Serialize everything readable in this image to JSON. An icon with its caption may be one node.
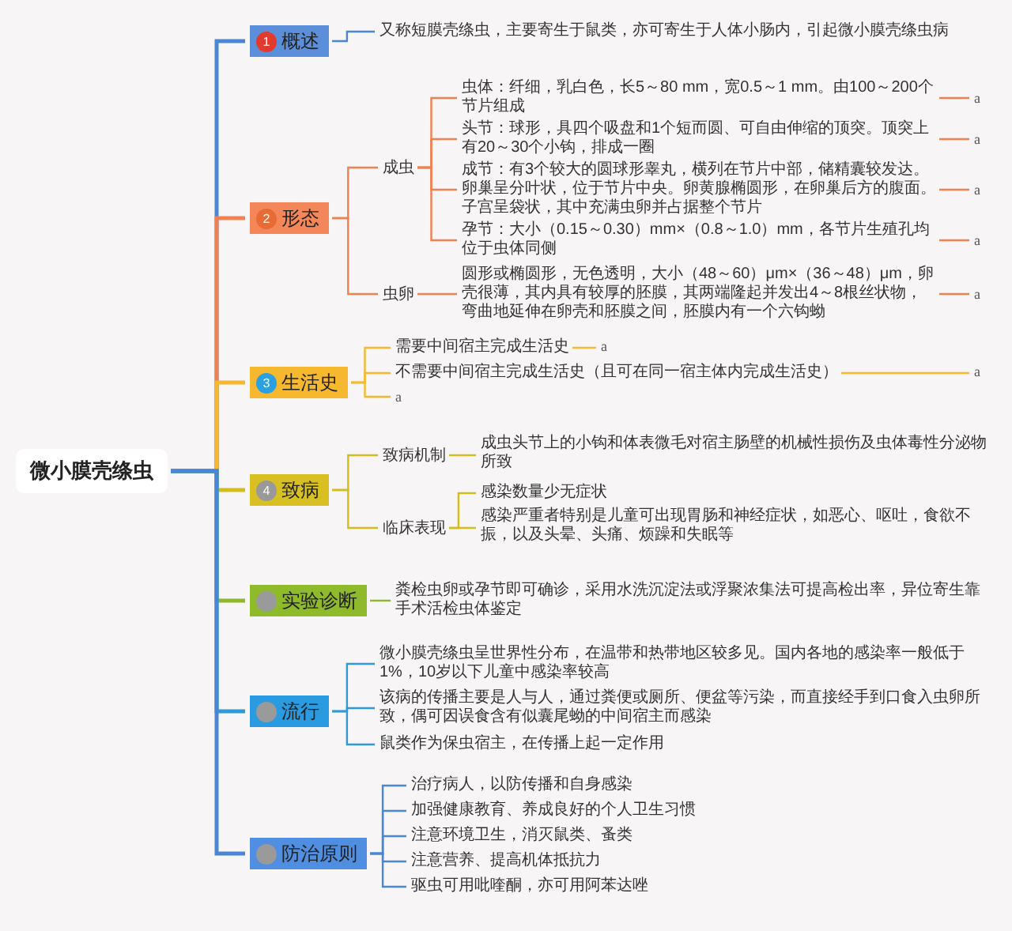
{
  "diagram": {
    "nodes": [
      {
        "text": [
          "微小膜壳绦虫"
        ]
      },
      {
        "text": [
          "1",
          "概述"
        ]
      },
      {
        "text": [
          "又称短膜壳绦虫，主要寄生于鼠类，亦可寄生于人体小肠内，引起微小膜壳绦虫病"
        ]
      },
      {
        "text": [
          "2",
          "形态"
        ]
      },
      {
        "text": [
          "成虫"
        ]
      },
      {
        "text": [
          "虫体：纤细，乳白色，长5～80 mm，宽0.5～1 mm。由100～200个节片组成"
        ]
      },
      {
        "text": [
          "a"
        ]
      },
      {
        "text": [
          "头节：球形，具四个吸盘和1个短而圆、可自由伸缩的顶突。顶突上有20～30个小钩，排成一圈"
        ]
      },
      {
        "text": [
          "a"
        ]
      },
      {
        "text": [
          "成节：有3个较大的圆球形睾丸，横列在节片中部，储精囊较发达。卵巢呈分叶状，位于节片中央。卵黄腺椭圆形，在卵巢后方的腹面。子宫呈袋状，其中充满虫卵并占据整个节片"
        ]
      },
      {
        "text": [
          "a"
        ]
      },
      {
        "text": [
          "孕节：大小（0.15～0.30）mm×（0.8～1.0）mm，各节片生殖孔均位于虫体同侧"
        ]
      },
      {
        "text": [
          "a"
        ]
      },
      {
        "text": [
          "虫卵"
        ]
      },
      {
        "text": [
          "圆形或椭圆形，无色透明，大小（48～60）μm×（36～48）μm，卵壳很薄，其内具有较厚的胚膜，其两端隆起并发出4～8根丝状物，弯曲地延伸在卵壳和胚膜之间，胚膜内有一个六钩蚴"
        ]
      },
      {
        "text": [
          "a"
        ]
      },
      {
        "text": [
          "3",
          "生活史"
        ]
      },
      {
        "text": [
          "需要中间宿主完成生活史"
        ]
      },
      {
        "text": [
          "a"
        ]
      },
      {
        "text": [
          "不需要中间宿主完成生活史（且可在同一宿主体内完成生活史）"
        ]
      },
      {
        "text": [
          "a"
        ]
      },
      {
        "text": [
          "a"
        ]
      },
      {
        "text": [
          "4",
          "致病"
        ]
      },
      {
        "text": [
          "致病机制"
        ]
      },
      {
        "text": [
          "成虫头节上的小钩和体表微毛对宿主肠壁的机械性损伤及虫体毒性分泌物所致"
        ]
      },
      {
        "text": [
          "临床表现"
        ]
      },
      {
        "text": [
          "感染数量少无症状"
        ]
      },
      {
        "text": [
          "感染严重者特别是儿童可出现胃肠和神经症状，如恶心、呕吐，食欲不振，以及头晕、头痛、烦躁和失眠等"
        ]
      },
      {
        "text": [
          "实验诊断"
        ]
      },
      {
        "text": [
          "粪检虫卵或孕节即可确诊，采用水洗沉淀法或浮聚浓集法可提高检出率，异位寄生靠手术活检虫体鉴定"
        ]
      },
      {
        "text": [
          "流行"
        ]
      },
      {
        "text": [
          "微小膜壳绦虫呈世界性分布，在温带和热带地区较多见。国内各地的感染率一般低于1%，10岁以下儿童中感染率较高"
        ]
      },
      {
        "text": [
          "该病的传播主要是人与人，通过粪便或厕所、便盆等污染，而直接经手到口食入虫卵所致，偶可因误食含有似囊尾蚴的中间宿主而感染"
        ]
      },
      {
        "text": [
          "鼠类作为保虫宿主，在传播上起一定作用"
        ]
      },
      {
        "text": [
          "防治原则"
        ]
      },
      {
        "text": [
          "治疗病人，以防传播和自身感染"
        ]
      },
      {
        "text": [
          "加强健康教育、养成良好的个人卫生习惯"
        ]
      },
      {
        "text": [
          "注意环境卫生，消灭鼠类、蚤类"
        ]
      },
      {
        "text": [
          "注意营养、提高机体抵抗力"
        ]
      },
      {
        "text": [
          "驱虫可用吡喹酮，亦可用阿苯达唑"
        ]
      }
    ],
    "edges": [
      {
        "from": 0,
        "to": 1,
        "arrow": "none",
        "color": "#4a86d6"
      },
      {
        "from": 1,
        "to": 2,
        "arrow": "none",
        "color": "#4a86d6"
      },
      {
        "from": 0,
        "to": 3,
        "arrow": "none",
        "color": "#f08050"
      },
      {
        "from": 3,
        "to": 4,
        "arrow": "none",
        "color": "#f08050"
      },
      {
        "from": 3,
        "to": 13,
        "arrow": "none",
        "color": "#f08050"
      },
      {
        "from": 4,
        "to": 5,
        "arrow": "none",
        "color": "#f08050"
      },
      {
        "from": 4,
        "to": 7,
        "arrow": "none",
        "color": "#f08050"
      },
      {
        "from": 4,
        "to": 9,
        "arrow": "none",
        "color": "#f08050"
      },
      {
        "from": 4,
        "to": 11,
        "arrow": "none",
        "color": "#f08050"
      },
      {
        "from": 5,
        "to": 6,
        "arrow": "none",
        "color": "#f08050"
      },
      {
        "from": 7,
        "to": 8,
        "arrow": "none",
        "color": "#f08050"
      },
      {
        "from": 9,
        "to": 10,
        "arrow": "none",
        "color": "#f08050"
      },
      {
        "from": 11,
        "to": 12,
        "arrow": "none",
        "color": "#f08050"
      },
      {
        "from": 13,
        "to": 14,
        "arrow": "none",
        "color": "#f08050"
      },
      {
        "from": 14,
        "to": 15,
        "arrow": "none",
        "color": "#f08050"
      },
      {
        "from": 0,
        "to": 16,
        "arrow": "none",
        "color": "#f5b82e"
      },
      {
        "from": 16,
        "to": 17,
        "arrow": "none",
        "color": "#f5b82e"
      },
      {
        "from": 16,
        "to": 19,
        "arrow": "none",
        "color": "#f5b82e"
      },
      {
        "from": 16,
        "to": 21,
        "arrow": "none",
        "color": "#f5b82e"
      },
      {
        "from": 17,
        "to": 18,
        "arrow": "none",
        "color": "#f5b82e"
      },
      {
        "from": 19,
        "to": 20,
        "arrow": "none",
        "color": "#f5b82e"
      },
      {
        "from": 0,
        "to": 22,
        "arrow": "none",
        "color": "#d4bd1a"
      },
      {
        "from": 22,
        "to": 23,
        "arrow": "none",
        "color": "#d4bd1a"
      },
      {
        "from": 22,
        "to": 25,
        "arrow": "none",
        "color": "#d4bd1a"
      },
      {
        "from": 23,
        "to": 24,
        "arrow": "none",
        "color": "#d4bd1a"
      },
      {
        "from": 25,
        "to": 26,
        "arrow": "none",
        "color": "#d4bd1a"
      },
      {
        "from": 25,
        "to": 27,
        "arrow": "none",
        "color": "#d4bd1a"
      },
      {
        "from": 0,
        "to": 28,
        "arrow": "none",
        "color": "#8db82a"
      },
      {
        "from": 28,
        "to": 29,
        "arrow": "none",
        "color": "#8db82a"
      },
      {
        "from": 0,
        "to": 30,
        "arrow": "none",
        "color": "#2e9ad8"
      },
      {
        "from": 30,
        "to": 31,
        "arrow": "none",
        "color": "#2e9ad8"
      },
      {
        "from": 30,
        "to": 32,
        "arrow": "none",
        "color": "#2e9ad8"
      },
      {
        "from": 30,
        "to": 33,
        "arrow": "none",
        "color": "#2e9ad8"
      },
      {
        "from": 0,
        "to": 34,
        "arrow": "none",
        "color": "#4a86d6"
      },
      {
        "from": 34,
        "to": 35,
        "arrow": "none",
        "color": "#4a86d6"
      },
      {
        "from": 34,
        "to": 36,
        "arrow": "none",
        "color": "#4a86d6"
      },
      {
        "from": 34,
        "to": 37,
        "arrow": "none",
        "color": "#4a86d6"
      },
      {
        "from": 34,
        "to": 38,
        "arrow": "none",
        "color": "#4a86d6"
      },
      {
        "from": 34,
        "to": 39,
        "arrow": "none",
        "color": "#4a86d6"
      }
    ]
  }
}
